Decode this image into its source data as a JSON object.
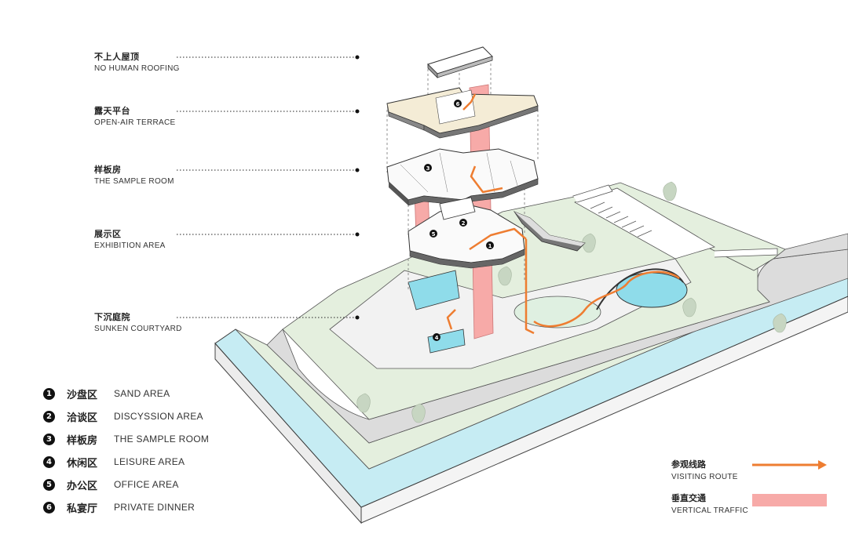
{
  "levels": [
    {
      "zh": "不上人屋顶",
      "en": "NO HUMAN ROOFING"
    },
    {
      "zh": "露天平台",
      "en": "OPEN-AIR TERRACE"
    },
    {
      "zh": "样板房",
      "en": "THE SAMPLE ROOM"
    },
    {
      "zh": "展示区",
      "en": "EXHIBITION AREA"
    },
    {
      "zh": "下沉庭院",
      "en": "SUNKEN COURTYARD"
    }
  ],
  "legend": [
    {
      "num": "1",
      "zh": "沙盘区",
      "en": "SAND AREA"
    },
    {
      "num": "2",
      "zh": "洽谈区",
      "en": "DISCYSSION AREA"
    },
    {
      "num": "3",
      "zh": "样板房",
      "en": "THE SAMPLE ROOM"
    },
    {
      "num": "4",
      "zh": "休闲区",
      "en": "LEISURE AREA"
    },
    {
      "num": "5",
      "zh": "办公区",
      "en": "OFFICE AREA"
    },
    {
      "num": "6",
      "zh": "私宴厅",
      "en": "PRIVATE DINNER"
    }
  ],
  "route_key": {
    "visiting_zh": "参观线路",
    "visiting_en": "VISITING ROUTE",
    "vertical_zh": "垂直交通",
    "vertical_en": "VERTICAL TRAFFIC"
  },
  "colors": {
    "route": "#ee7d31",
    "vertical": "#f7aaa8",
    "water": "#c6ecf3",
    "lawn": "#e4efde",
    "road": "#dcdcdc",
    "floor": "#f4ecd6",
    "pool": "#8fdcea"
  },
  "icons": [
    "round-number-marker-icon",
    "leader-dot-icon",
    "arrow-right-icon",
    "tree-icon"
  ]
}
